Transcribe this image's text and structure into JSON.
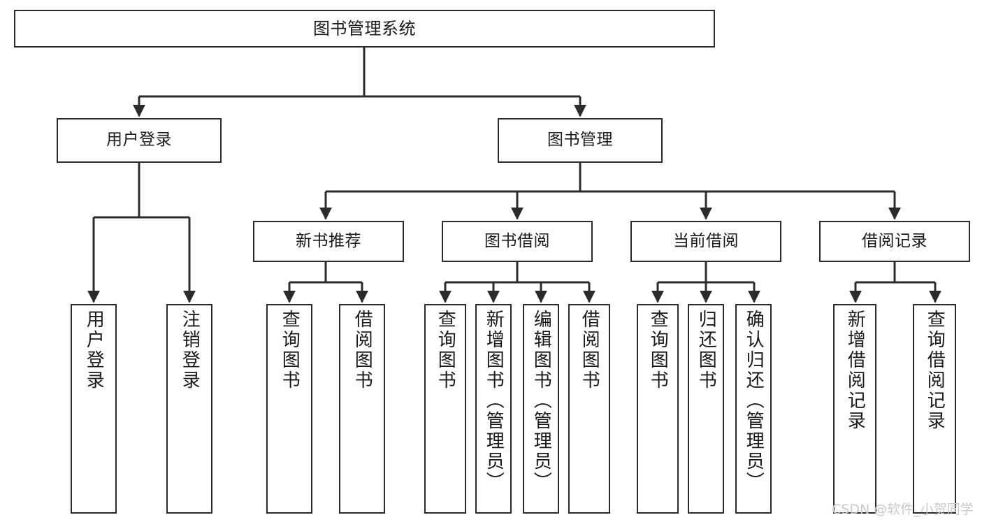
{
  "diagram": {
    "title": "图书管理系统",
    "type": "tree-hierarchy",
    "orientation": "top-down",
    "colors": {
      "box_border": "#2b2b2b",
      "box_fill": "#ffffff",
      "edge": "#2b2b2b",
      "text": "#1a1a1a",
      "watermark": "#c9c9c9",
      "background": "#ffffff"
    }
  },
  "nodes": {
    "root": {
      "label": "图书管理系统",
      "level": 1
    },
    "level2": [
      {
        "id": "user-login",
        "label": "用户登录"
      },
      {
        "id": "book-management",
        "label": "图书管理"
      }
    ],
    "level3": [
      {
        "id": "new-book-recommend",
        "label": "新书推荐"
      },
      {
        "id": "book-borrow",
        "label": "图书借阅"
      },
      {
        "id": "current-borrow",
        "label": "当前借阅"
      },
      {
        "id": "borrow-record",
        "label": "借阅记录"
      }
    ],
    "leaves": {
      "user_login": [
        {
          "id": "leaf-user-login",
          "label": "用户登录"
        },
        {
          "id": "leaf-logout-login",
          "label": "注销登录"
        }
      ],
      "new_book_recommend": [
        {
          "id": "leaf-query-book-1",
          "label": "查询图书"
        },
        {
          "id": "leaf-borrow-book-1",
          "label": "借阅图书"
        }
      ],
      "book_borrow": [
        {
          "id": "leaf-query-book-2",
          "label": "查询图书"
        },
        {
          "id": "leaf-add-book",
          "label": "新增图书（管理员）"
        },
        {
          "id": "leaf-edit-book",
          "label": "编辑图书（管理员）"
        },
        {
          "id": "leaf-borrow-book-2",
          "label": "借阅图书"
        }
      ],
      "current_borrow": [
        {
          "id": "leaf-query-book-3",
          "label": "查询图书"
        },
        {
          "id": "leaf-return-book",
          "label": "归还图书"
        },
        {
          "id": "leaf-confirm-return",
          "label": "确认归还（管理员）"
        }
      ],
      "borrow_record": [
        {
          "id": "leaf-add-record",
          "label": "新增借阅记录"
        },
        {
          "id": "leaf-query-record",
          "label": "查询借阅记录"
        }
      ]
    }
  },
  "watermark": {
    "text": "CSDN @软件_小贺同学"
  }
}
